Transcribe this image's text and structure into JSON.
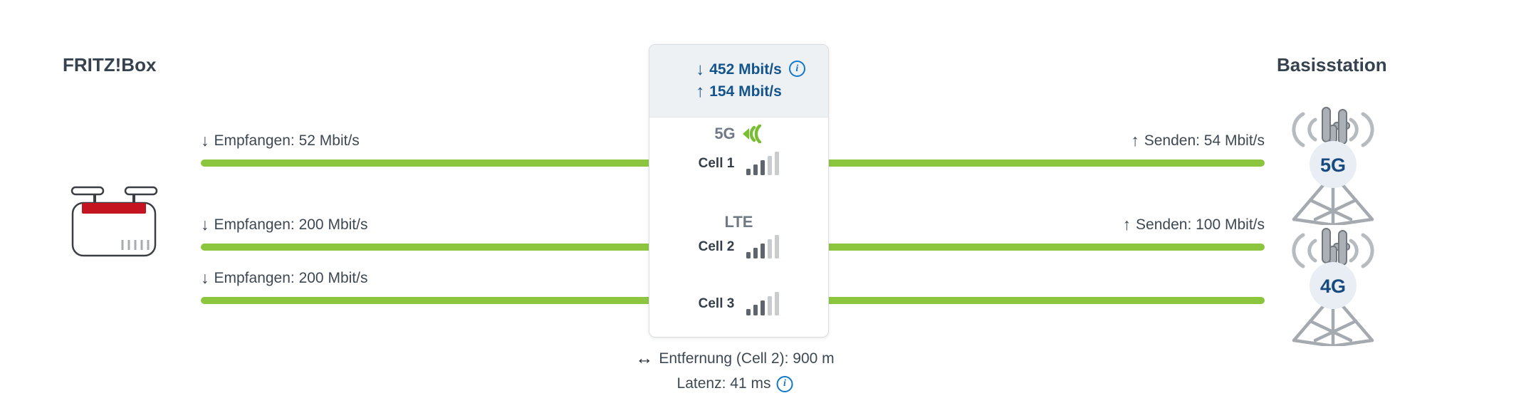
{
  "colors": {
    "line_green": "#8cc63f",
    "wave_icon_green": "#79be32",
    "rate_blue": "#14548c",
    "info_blue": "#1577c8",
    "badge_bg": "#e9eef5",
    "badge_text": "#174a7e",
    "fritz_red": "#c41420"
  },
  "left": {
    "title": "FRITZ!Box",
    "device_icon": "fritzbox-router-icon"
  },
  "right": {
    "title": "Basisstation",
    "stations": [
      {
        "badge": "5G",
        "icon": "antenna-mast-icon"
      },
      {
        "badge": "4G",
        "icon": "antenna-mast-icon"
      }
    ]
  },
  "summary": {
    "download": {
      "arrow": "↓",
      "value": "452 Mbit/s"
    },
    "upload": {
      "arrow": "↑",
      "value": "154 Mbit/s"
    }
  },
  "sections": {
    "s5g": {
      "tech": "5G",
      "tech_icon": "signal-wave-icon"
    },
    "lte": {
      "tech": "LTE"
    }
  },
  "cells": {
    "cell1": {
      "name": "Cell 1",
      "bars": 3,
      "bars_total": 5
    },
    "cell2": {
      "name": "Cell 2",
      "bars": 3,
      "bars_total": 5
    },
    "cell3": {
      "name": "Cell 3",
      "bars": 3,
      "bars_total": 5
    }
  },
  "links": {
    "line1": {
      "left": {
        "arrow": "↓",
        "text": "Empfangen: 52 Mbit/s"
      },
      "right": {
        "arrow": "↑",
        "text": "Senden: 54 Mbit/s"
      }
    },
    "line2": {
      "left": {
        "arrow": "↓",
        "text": "Empfangen: 200 Mbit/s"
      },
      "right": {
        "arrow": "↑",
        "text": "Senden: 100 Mbit/s"
      }
    },
    "line3": {
      "left": {
        "arrow": "↓",
        "text": "Empfangen: 200 Mbit/s"
      }
    }
  },
  "footer": {
    "distance": {
      "arrow": "↔",
      "text": "Entfernung (Cell 2): 900 m"
    },
    "latency": {
      "text": "Latenz: 41 ms"
    },
    "info_label": "i"
  },
  "info_label": "i"
}
